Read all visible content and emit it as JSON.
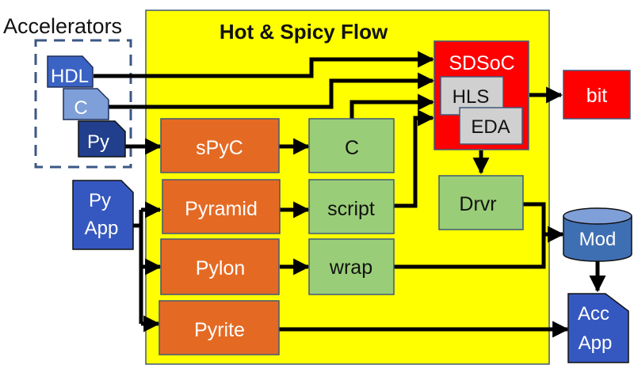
{
  "accelerators_label": "Accelerators",
  "flow_title": "Hot & Spicy Flow",
  "accelerators": {
    "hdl": "HDL",
    "c": "C",
    "py": "Py"
  },
  "py_app": [
    "Py",
    "App"
  ],
  "tools": {
    "spyc": "sPyC",
    "pyramid": "Pyramid",
    "pylon": "Pylon",
    "pyrite": "Pyrite"
  },
  "artifacts": {
    "c": "C",
    "script": "script",
    "wrap": "wrap",
    "drvr": "Drvr"
  },
  "sdsoc": {
    "label": "SDSoC",
    "hls": "HLS",
    "eda": "EDA"
  },
  "outputs": {
    "bit": "bit",
    "mod": "Mod",
    "acc_app": [
      "Acc",
      "App"
    ]
  },
  "colors": {
    "flow_bg": "#ffff00",
    "tool_orange": "#e46a24",
    "artifact_green": "#9acd78",
    "sdsoc_red": "#ff0000",
    "inner_gray": "#d0d0d0",
    "hdl_blue": "#3a63c4",
    "c_lightblue": "#7f9fd8",
    "py_darkblue": "#213f8c",
    "doc_blue": "#3558c0",
    "mod_blue": "#3f6fb3",
    "border": "#41587a"
  }
}
